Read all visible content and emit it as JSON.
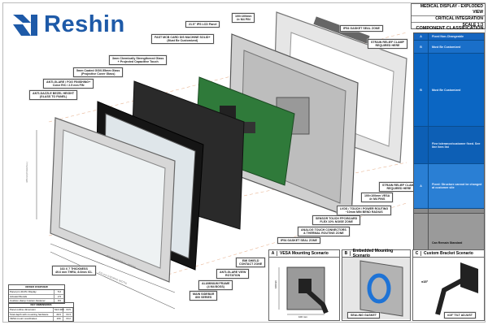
{
  "logo": {
    "text": "Reshin",
    "color": "#1e5aa8"
  },
  "title_block": {
    "line1": "MEDICAL DISPLAY - EXPLODED VIEW",
    "line2": "CRITICAL INTEGRATION",
    "line3": "SCALE 1:3"
  },
  "classification": {
    "title": "COMPONENT CLASSIFICATION",
    "rows": [
      {
        "key": "A",
        "label": "Fixed Non-Changeable",
        "color": "#1565c0"
      },
      {
        "key": "B",
        "label": "Must Be Customized",
        "color": "#1a6fc9"
      },
      {
        "key": "B",
        "label": "Must Be Customized",
        "color": "#0b66c3"
      },
      {
        "key": "",
        "label": "Fine tolerance/customer fixed. See line item list",
        "color": "#0d5fb5"
      },
      {
        "key": "A",
        "label": "Fixed: Structure cannot be changed at customer site",
        "color": "#2a7fd4"
      },
      {
        "key": "",
        "label": "",
        "color": "#8a8a8a"
      },
      {
        "key": "",
        "label": "Can Remain Standard",
        "color": "#9a9a9a"
      }
    ]
  },
  "callouts": [
    {
      "text": "21.5\" IPS LCD Panel"
    },
    {
      "text": "100×100mm|4× M4 PIN"
    },
    {
      "text": "FAST MCB CARD DIS MACHINE SOLID+|(Must Be Customized)"
    },
    {
      "text": "3mm Chemically Strengthened Glass|+ Projected Capacitive Touch"
    },
    {
      "text": "5mm Coated GG/0.55mm Glass|(Projective Cover Glass)"
    },
    {
      "text": "ANTI-GLARE / FOG FINISHING+|Color R/C / 2.5 mm FIN"
    },
    {
      "text": "ANTI-DAZZLE BEZEL HEIGHT|(GLASS TO PANEL)"
    },
    {
      "text": "IP54 GASKET SEAL ZONE"
    },
    {
      "text": "STRAIN RELIEF CLAMP|REQUIRED HERE"
    },
    {
      "text": "STRAIN RELIEF CLAMP|REQUIRED HERE"
    },
    {
      "text": "100×100mm VESA|4× M4 PINS"
    },
    {
      "text": "LVDS / TOUCH / POWER ROUTING|~10mm MIN BEND RADIUS"
    },
    {
      "text": "SENSOR TOUCH FPC/BOARD|FLEX 10% NOISE ZONE"
    },
    {
      "text": "ANALOG TOUCH CONNECTORS|& THERMAL ROUTING ZONE"
    },
    {
      "text": "IP54 GASKET SEAL ZONE"
    },
    {
      "text": "EMI SHIELD|CONTACT ZONE"
    },
    {
      "text": "ANTI-GLARE VIEW|ROTATION"
    },
    {
      "text": "ALUMINIUM FRAME|(4 M4 BOSS)"
    },
    {
      "text": "MAIN SIDEBAR|800 SERIES"
    },
    {
      "text": "163 X 7 THICKNESS|49.6 mm THRU, 8.0mm ICL"
    }
  ],
  "dimensions": {
    "width": "522 mm (OVERALL WIDTH)",
    "width2": "476 mm (VIEWING WIDTH)",
    "height": "305mm(OVERALL)"
  },
  "tables": [
    {
      "title": "ORDER OVERVIEW",
      "rows": [
        [
          "Panel pin 40-Pin Display",
          "5.0"
        ],
        [
          "Actuator/Decals",
          "2.5"
        ],
        [
          "Cushion clamp Custom Fastener",
          "D3"
        ]
      ]
    },
    {
      "title": "KEY DIMENSIONS",
      "rows": [
        [
          "Panel outline dimension",
          "522×305",
          "±0.5"
        ],
        [
          "Total depth with mounting hardware",
          "49.6",
          "±0.3"
        ],
        [
          "VESA mount coordinates",
          "100",
          "±0.2"
        ]
      ]
    }
  ],
  "scenarios": [
    {
      "letter": "A",
      "title": "VESA Mounting Scenario",
      "label": "100 mm",
      "side": "100mm"
    },
    {
      "letter": "B",
      "title": "Embedded Mounting Scenario",
      "label": "SEALING GASKET"
    },
    {
      "letter": "C",
      "title": "Custom Bracket Scenario",
      "label": "±15° TILT ADJUST",
      "angle": "±15°"
    }
  ]
}
